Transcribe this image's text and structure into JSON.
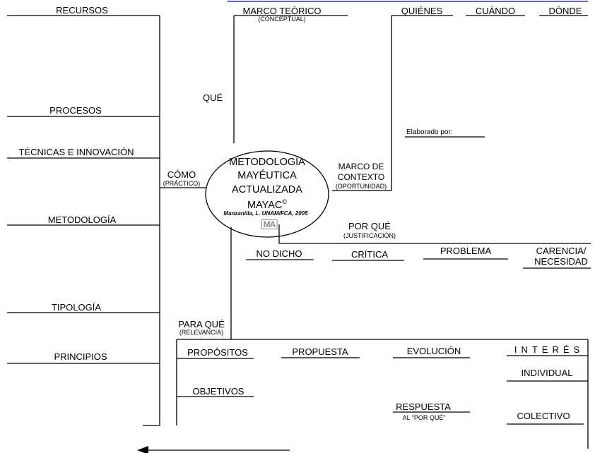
{
  "left_branch": {
    "items": [
      "RECURSOS",
      "PROCESOS",
      "TÉCNICAS E INNOVACIÓN",
      "METODOLOGÍA",
      "TIPOLOGÍA",
      "PRINCIPIOS"
    ],
    "como": "CÓMO",
    "como_sub": "(PRÁCTICO)"
  },
  "que_branch": {
    "que": "QUÉ",
    "marco_teorico": "MARCO TEÓRICO",
    "marco_teorico_sub": "(CONCEPTUAL)"
  },
  "context_branch": {
    "headers": [
      "QUIÉNES",
      "CUÁNDO",
      "DÓNDE"
    ],
    "elaborado": "Elaborado por:",
    "marco_contexto_1": "MARCO DE",
    "marco_contexto_2": "CONTEXTO",
    "marco_contexto_sub": "(OPORTUNIDAD)"
  },
  "center": {
    "line1": "METODOLOGÍA",
    "line2": "MAYÉUTICA",
    "line3": "ACTUALIZADA",
    "line4": "MAYAC",
    "copyright": "©",
    "author": "Manzanilla, L. UNAM/FCA, 2005",
    "logo_text": "MA"
  },
  "porque_branch": {
    "porque": "POR QUÉ",
    "porque_sub": "(JUSTIFICACIÓN)",
    "items": [
      "NO DICHO",
      "CRÍTICA",
      "PROBLEMA"
    ],
    "carencia_1": "CARENCIA/",
    "carencia_2": "NECESIDAD"
  },
  "paraque_branch": {
    "paraque": "PARA QUÉ",
    "paraque_sub": "(RELEVANCIA)",
    "propositos": "PROPÓSITOS",
    "propuesta": "PROPUESTA",
    "evolucion": "EVOLUCIÓN",
    "interes": "INTERÉS",
    "individual": "INDIVIDUAL",
    "objetivos": "OBJETIVOS",
    "respuesta": "RESPUESTA",
    "respuesta_sub": "AL “POR QUÉ”",
    "colectivo": "COLECTIVO"
  },
  "colors": {
    "line": "#000000",
    "link": "#0000ee",
    "logo": "#8c8c8c"
  }
}
